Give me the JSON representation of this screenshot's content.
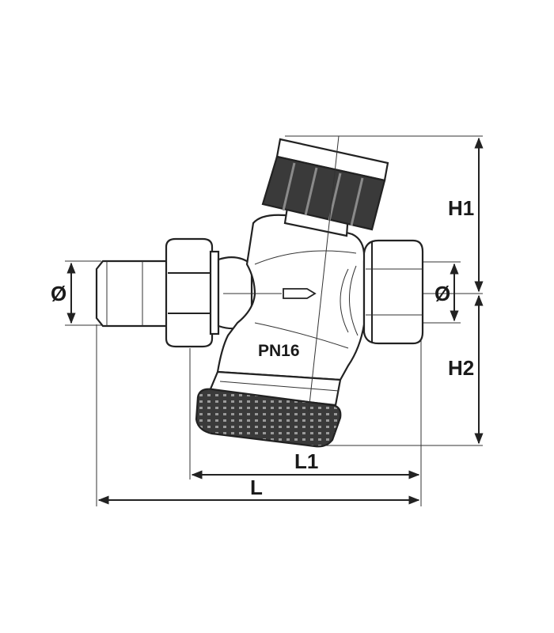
{
  "diagram": {
    "dimension_labels": {
      "h1": "H1",
      "h2": "H2",
      "l1": "L1",
      "l": "L",
      "diameter_left": "Ø",
      "diameter_right": "Ø"
    },
    "body_marking": "PN16",
    "colors": {
      "line": "#222222",
      "cap_dark": "#3a3a3a",
      "background": "#ffffff"
    }
  }
}
